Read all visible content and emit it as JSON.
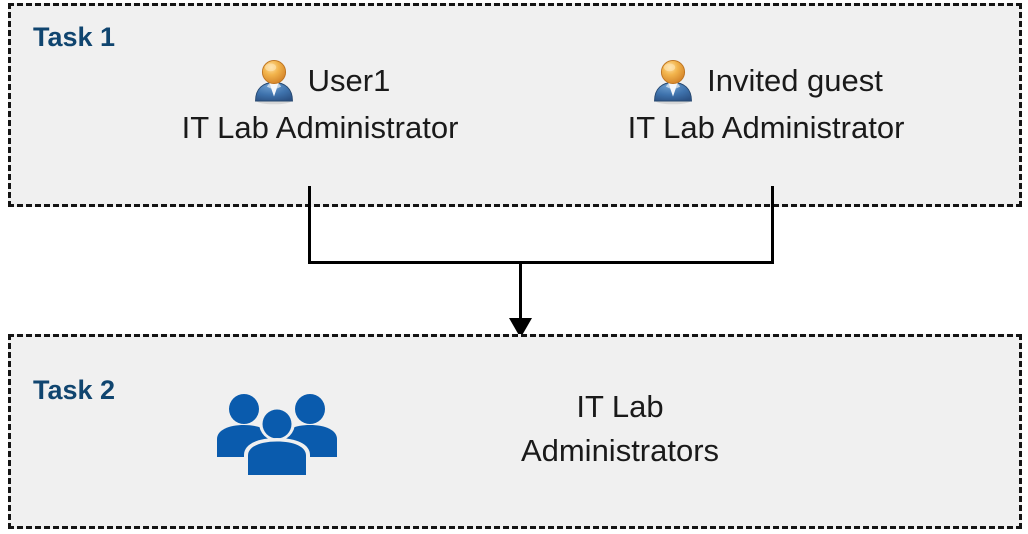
{
  "diagram": {
    "type": "flow-diagram",
    "background_color": "#FFFFFF",
    "box_fill_color": "#F0F0F0",
    "box_border_color": "#141414",
    "accent_color": "#10456F",
    "connector_color": "#000000",
    "icon_colors": {
      "person_head": "#E8A33D",
      "person_body": "#3A6FA8",
      "group_icon": "#0A5BAD"
    }
  },
  "task1": {
    "label": "Task 1",
    "entries": [
      {
        "icon": "user-icon",
        "name": "User1",
        "role": "IT Lab Administrator"
      },
      {
        "icon": "user-icon",
        "name": "Invited guest",
        "role": "IT Lab Administrator"
      }
    ]
  },
  "task2": {
    "label": "Task 2",
    "group": {
      "icon": "user-group-icon",
      "name_line1": "IT Lab",
      "name_line2": "Administrators"
    }
  },
  "connector": {
    "arrow_icon": "down-arrow-icon",
    "from": [
      "User1",
      "Invited guest"
    ],
    "to": "IT Lab Administrators"
  }
}
